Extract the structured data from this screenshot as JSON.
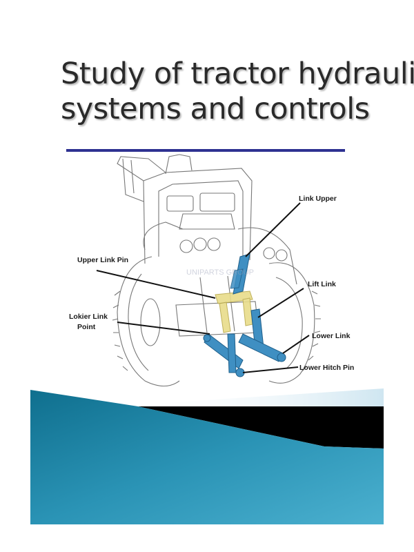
{
  "slide": {
    "title_line1": "Study of tractor hydraulic",
    "title_line2": "systems and controls",
    "rule_color": "#2e3191"
  },
  "figure": {
    "labels": {
      "link_upper": "Link Upper",
      "upper_link_pin": "Upper Link Pin",
      "lift_link": "Lift Link",
      "lokier_link_line1": "Lokier Link",
      "lokier_link_line2": "Point",
      "lower_link": "Lower Link",
      "lower_hitch_pin": "Lower Hitch Pin"
    },
    "watermark": "UNIPARTS GROUP",
    "linkage_color": "#3f8fc2",
    "highlight_color": "#e8dc8a"
  },
  "decoration": {
    "teal_dark": "#0f6f8e",
    "teal_light": "#4bb0cf",
    "band_color": "#000000",
    "pale_color": "#cfe6f1"
  }
}
